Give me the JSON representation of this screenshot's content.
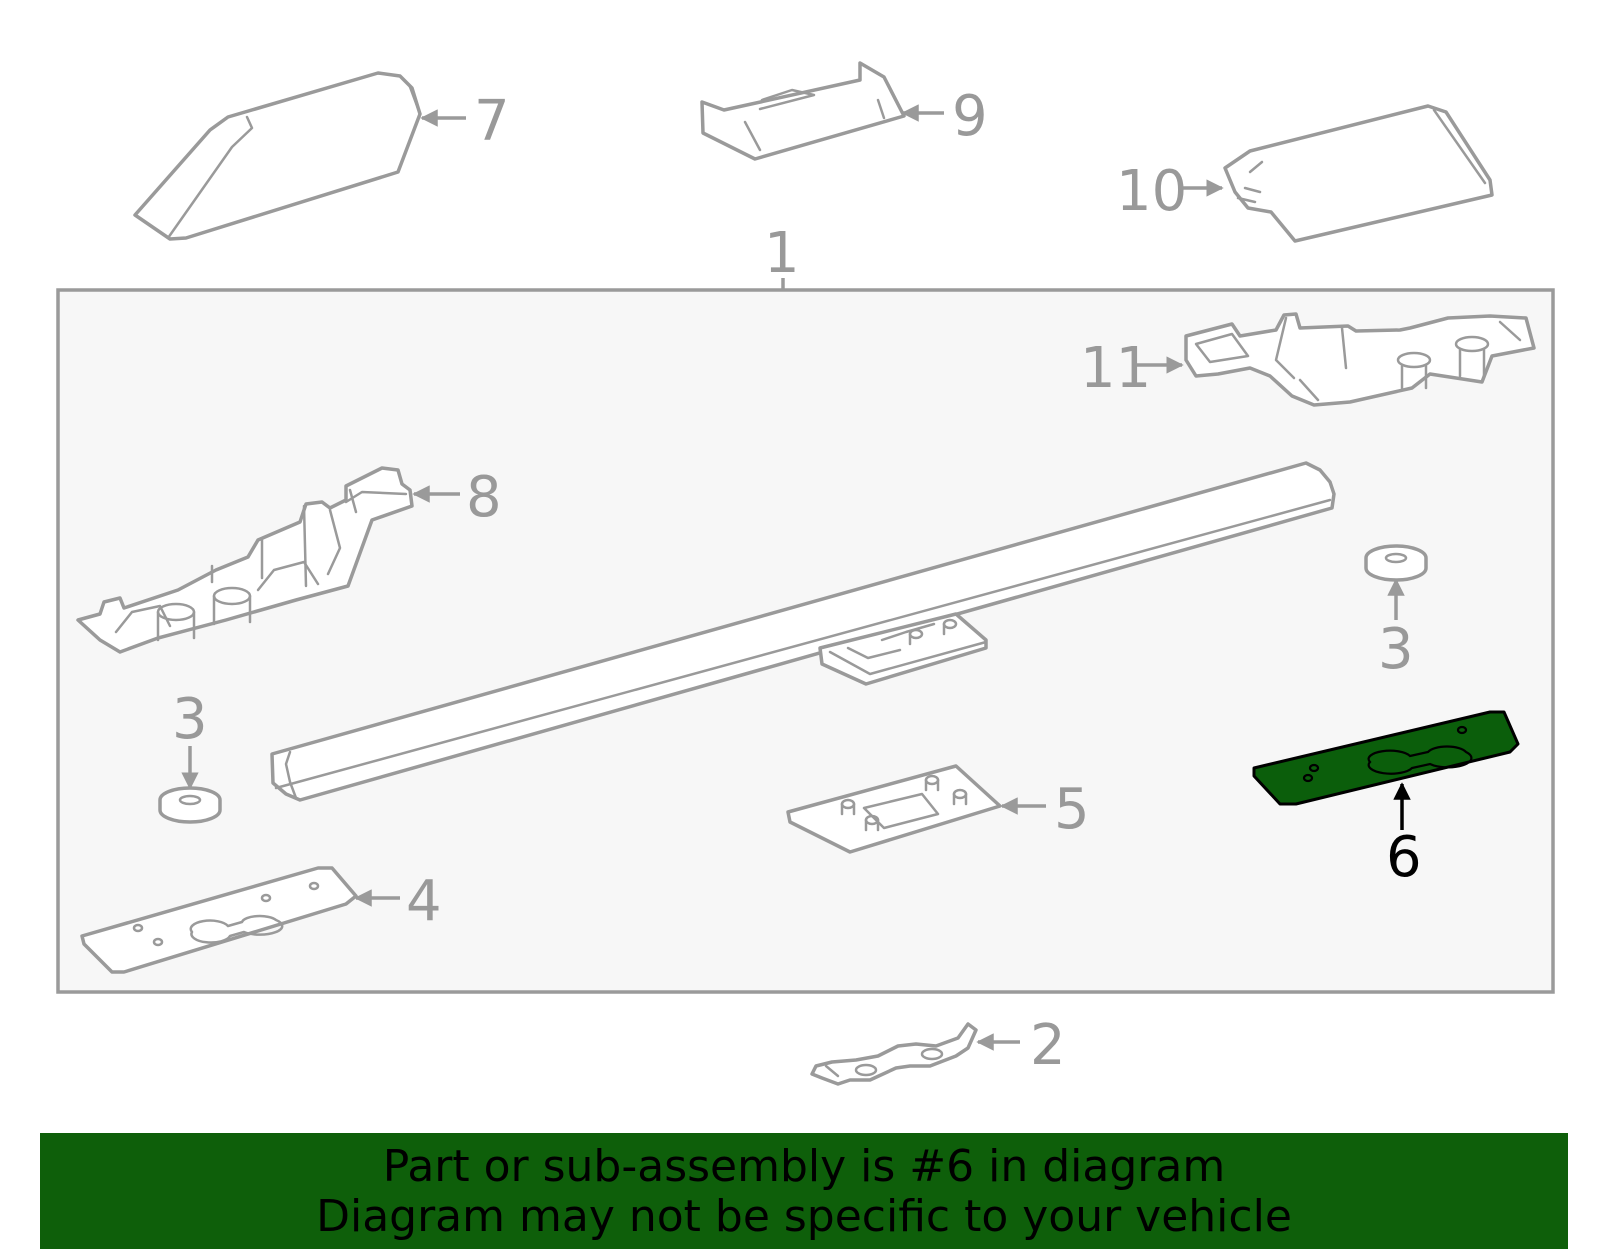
{
  "callouts": {
    "c1": "1",
    "c2": "2",
    "c3a": "3",
    "c3b": "3",
    "c4": "4",
    "c5": "5",
    "c6": "6",
    "c7": "7",
    "c8": "8",
    "c9": "9",
    "c10": "10",
    "c11": "11"
  },
  "highlighted_part": "6",
  "colors": {
    "highlight_fill": "#0b5e0b",
    "banner_background": "#0e5f0a",
    "line_gray": "#9a9a9a",
    "assembly_box_background": "#f7f7f7"
  },
  "banner": {
    "line1": "Part or sub-assembly is #6 in diagram",
    "line2": "Diagram may not be specific to your vehicle"
  }
}
